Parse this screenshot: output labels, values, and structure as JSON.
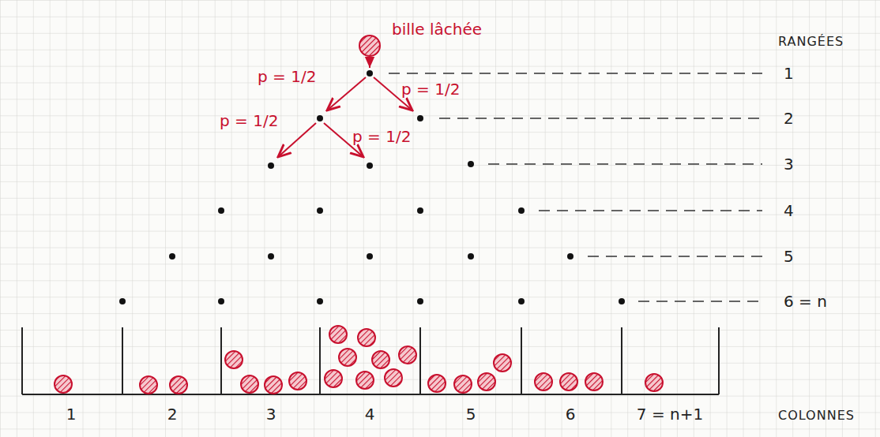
{
  "diagram": {
    "labels": [
      "bille lâchée",
      "RANGÉES",
      "p = 1/2",
      "p = 1/2",
      "1",
      "p = 1/2",
      "p = 1/2",
      "2",
      "3",
      "4",
      "5",
      "6 = n",
      "1",
      "2",
      "3",
      "4",
      "5",
      "6",
      "7 = n+1",
      "COLONNES"
    ]
  }
}
